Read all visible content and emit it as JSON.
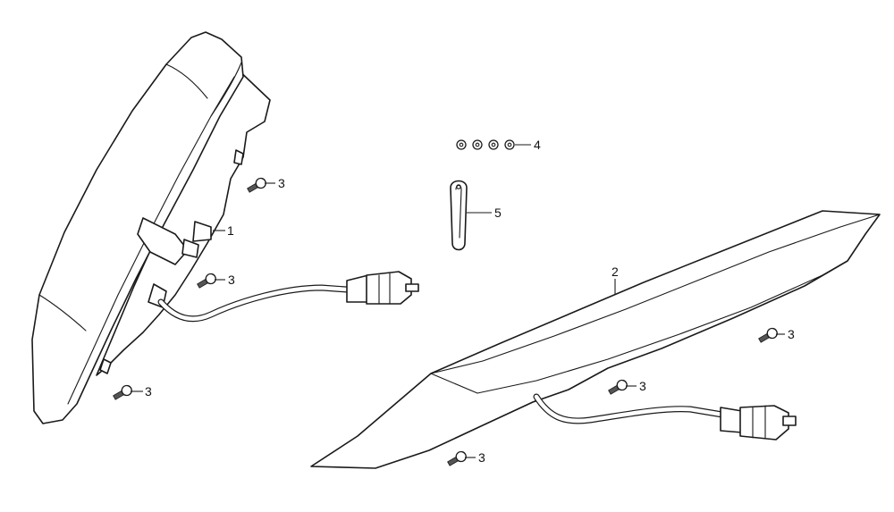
{
  "diagram": {
    "callouts": [
      {
        "id": "part-1",
        "label": "1"
      },
      {
        "id": "part-2",
        "label": "2"
      },
      {
        "id": "part-4",
        "label": "4"
      },
      {
        "id": "part-5",
        "label": "5"
      },
      {
        "id": "screw-a",
        "label": "3"
      },
      {
        "id": "screw-b",
        "label": "3"
      },
      {
        "id": "screw-c",
        "label": "3"
      },
      {
        "id": "screw-d",
        "label": "3"
      },
      {
        "id": "screw-e",
        "label": "3"
      },
      {
        "id": "screw-f",
        "label": "3"
      }
    ]
  }
}
